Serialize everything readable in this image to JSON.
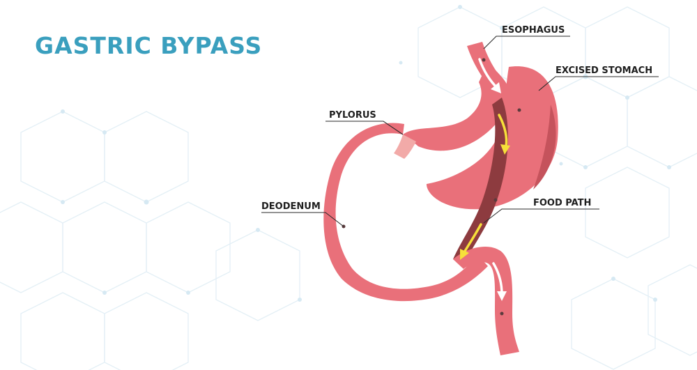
{
  "title": "GASTRIC BYPASS",
  "labels": {
    "esophagus": "ESOPHAGUS",
    "excised_stomach": "EXCISED STOMACH",
    "pylorus": "PYLORUS",
    "deodenum": "DEODENUM",
    "food_path": "FOOD PATH"
  },
  "colors": {
    "title": "#3a9fbe",
    "organ": "#e9707a",
    "organ_dark": "#c5535c",
    "pylorus": "#f2aaa8",
    "food_path": "#8d3b3f",
    "arrow_white": "#ffffff",
    "arrow_yellow": "#f6e03a",
    "hex_pattern": "#dfeef6"
  }
}
